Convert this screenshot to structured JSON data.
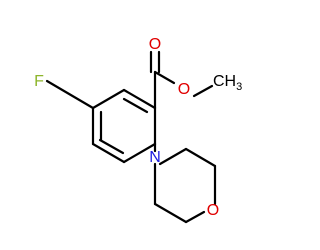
{
  "molecule": {
    "atoms": {
      "fluorine": "F",
      "carbonyl_oxygen": "O",
      "ester_oxygen": "O",
      "methyl": "CH",
      "methyl_subscript": "3",
      "nitrogen": "N",
      "ring_oxygen": "O"
    },
    "colors": {
      "bond": "#000000",
      "fluorine": "#8db52b",
      "oxygen": "#e00000",
      "carbon": "#000000",
      "nitrogen": "#1e1ee0"
    }
  }
}
